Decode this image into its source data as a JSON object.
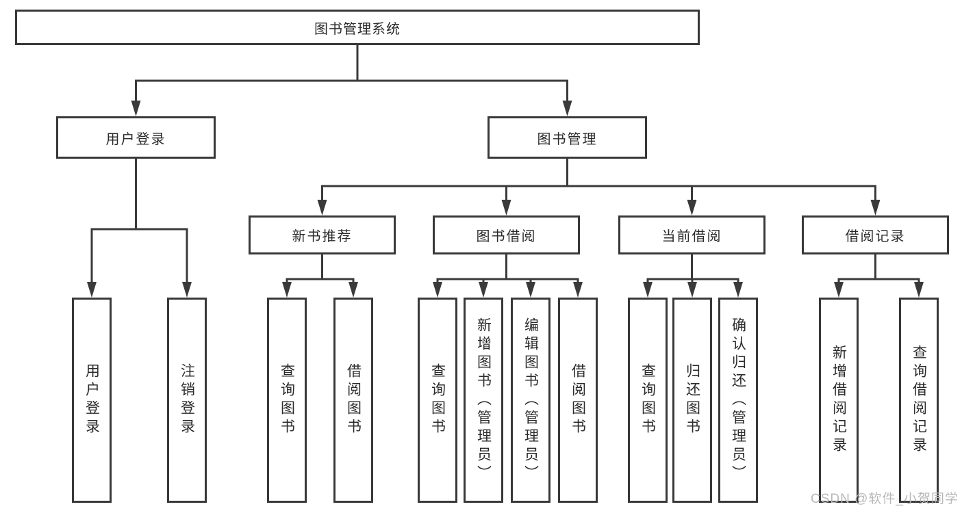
{
  "diagram": {
    "title": "图书管理系统",
    "level1": [
      {
        "label": "用户登录"
      },
      {
        "label": "图书管理"
      }
    ],
    "level2": [
      {
        "label": "新书推荐"
      },
      {
        "label": "图书借阅"
      },
      {
        "label": "当前借阅"
      },
      {
        "label": "借阅记录"
      }
    ],
    "leaves": {
      "user_login": [
        "用户登录",
        "注销登录"
      ],
      "new_book": [
        "查询图书",
        "借阅图书"
      ],
      "borrow": [
        "查询图书",
        "新增图书（管理员）",
        "编辑图书（管理员）",
        "借阅图书"
      ],
      "current": [
        "查询图书",
        "归还图书",
        "确认归还（管理员）"
      ],
      "records": [
        "新增借阅记录",
        "查询借阅记录"
      ]
    }
  },
  "watermark": {
    "text": "CSDN @软件_小贺同学",
    "color": "#b8b8b8"
  },
  "colors": {
    "line": "#3a3a3a",
    "border": "#383838",
    "text": "#2b2b2b",
    "background": "#ffffff"
  }
}
